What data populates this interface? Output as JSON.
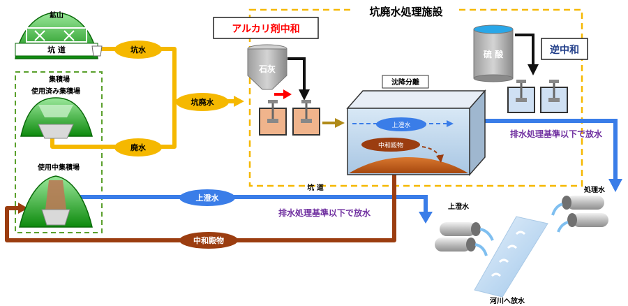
{
  "mine_label": "鉱山",
  "tunnel_label": "坑 道",
  "pile_area_title": "集積場",
  "used_pile_label": "使用済み集積場",
  "active_pile_label": "使用中集積場",
  "mine_water_label": "坑水",
  "waste_water_label": "廃水",
  "combined_water_label": "坑廃水",
  "plant_title": "坑廃水処理施設",
  "alkali_title": "アルカリ剤中和",
  "lime_label": "石灰",
  "sulfuric_label": "硫 酸",
  "reverse_title": "逆中和",
  "settling_label": "沈降分離",
  "supernatant_tank_label": "上澄水",
  "sediment_tank_label": "中和殿物",
  "discharge_right_label": "排水処理基準以下で放水",
  "tunnel_bottom_label": "坑 道",
  "supernatant_pipe_label": "上澄水",
  "discharge_mid_label": "排水処理基準以下で放水",
  "sediment_pipe_label": "中和殿物",
  "treated_water_label": "処理水",
  "supernatant_outlet_label": "上澄水",
  "river_label": "河川へ放水",
  "colors": {
    "yellow": "#f5b800",
    "blue": "#3a7de8",
    "brown": "#9b3d10",
    "green": "#1aa01a",
    "purple": "#7030a0",
    "red": "#ff0000",
    "navy": "#1f3c88"
  }
}
